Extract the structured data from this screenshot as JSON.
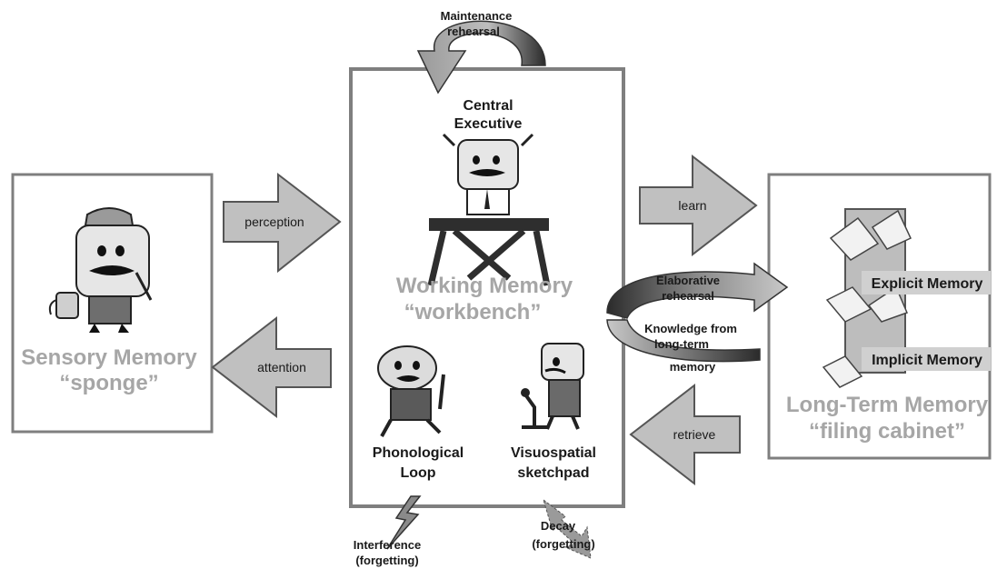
{
  "diagram": {
    "maintenance": {
      "line1": "Maintenance",
      "line2": "rehearsal"
    },
    "central_executive": {
      "line1": "Central",
      "line2": "Executive"
    },
    "working_memory": {
      "title": "Working Memory",
      "subtitle": "“workbench”"
    },
    "sensory_memory": {
      "title": "Sensory Memory",
      "subtitle": "“sponge”"
    },
    "long_term_memory": {
      "title": "Long-Term Memory",
      "subtitle": "“filing cabinet”"
    },
    "arrows": {
      "perception": "perception",
      "attention": "attention",
      "learn": "learn",
      "retrieve": "retrieve"
    },
    "elaborative": {
      "line1": "Elaborative",
      "line2": "rehearsal"
    },
    "knowledge": {
      "line1": "Knowledge from",
      "line2": "long-term",
      "line3": "memory"
    },
    "explicit_memory": "Explicit Memory",
    "implicit_memory": "Implicit Memory",
    "phonological": {
      "line1": "Phonological",
      "line2": "Loop"
    },
    "visuospatial": {
      "line1": "Visuospatial",
      "line2": "sketchpad"
    },
    "interference": {
      "line1": "Interference",
      "line2": "(forgetting)"
    },
    "decay": {
      "line1": "Decay",
      "line2": "(forgetting)"
    },
    "colors": {
      "box_border": "#7f7f7f",
      "arrow_fill": "#c0c0c0",
      "dark_arrow": "#3a3a3a",
      "big_text": "#a6a6a6"
    }
  }
}
